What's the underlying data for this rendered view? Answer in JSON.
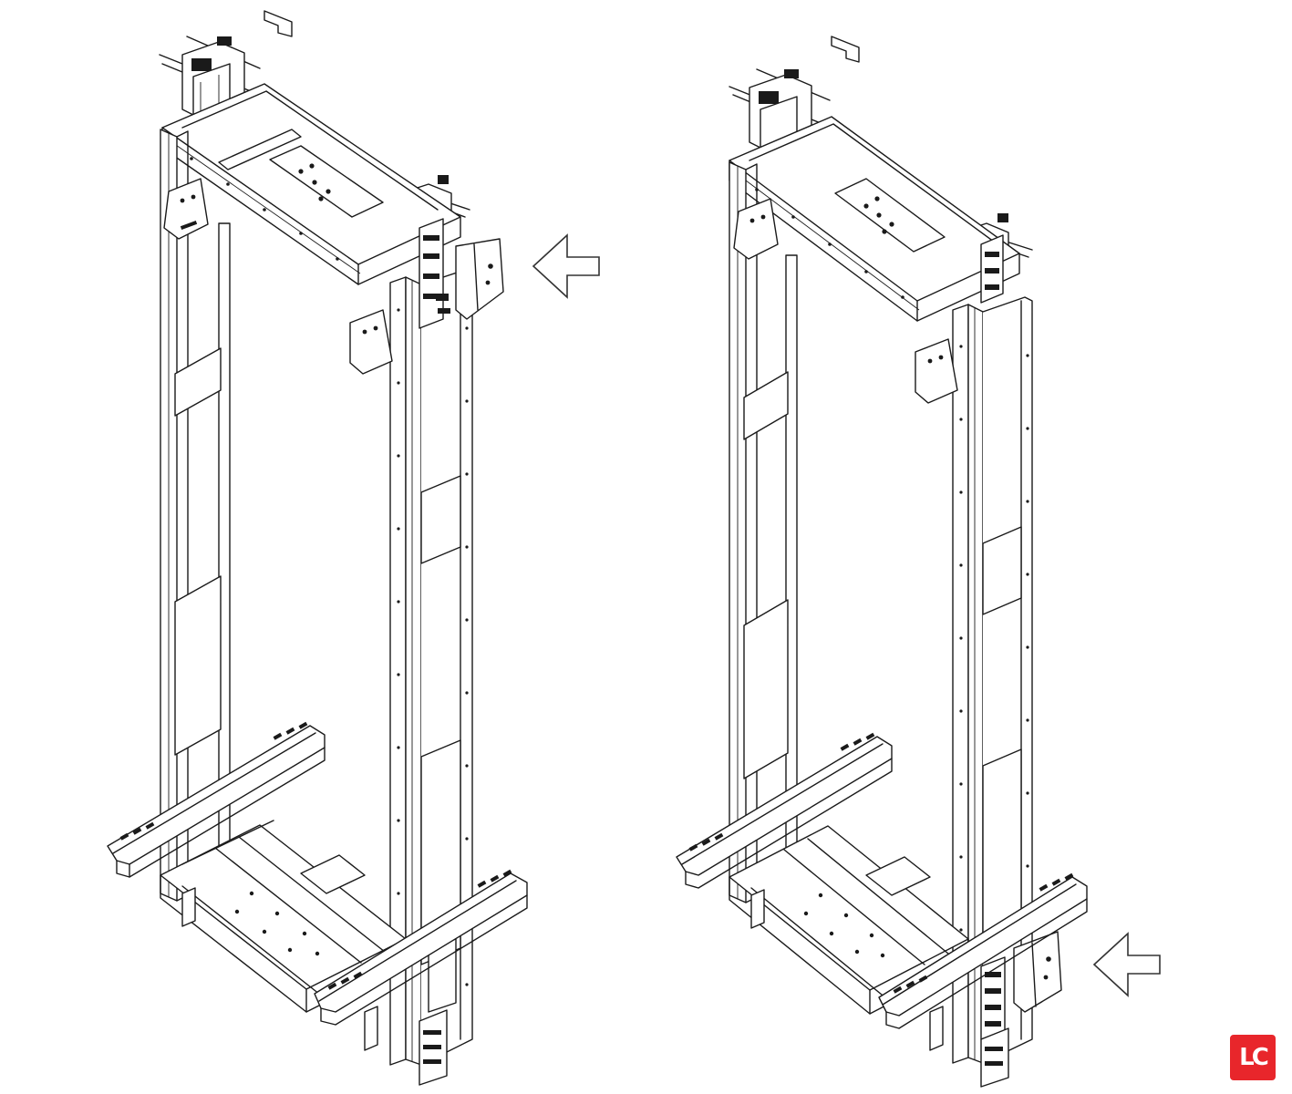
{
  "figure": {
    "left_assembly": "elevator-car-frame-left",
    "right_assembly": "elevator-car-frame-right"
  },
  "markers": {
    "left_arrow": "left-pointing-arrow",
    "right_arrow": "left-pointing-arrow"
  },
  "logo": {
    "text": "LC",
    "color": "#e8262b"
  },
  "colors": {
    "line": "#1a1a1a",
    "background": "#ffffff"
  }
}
